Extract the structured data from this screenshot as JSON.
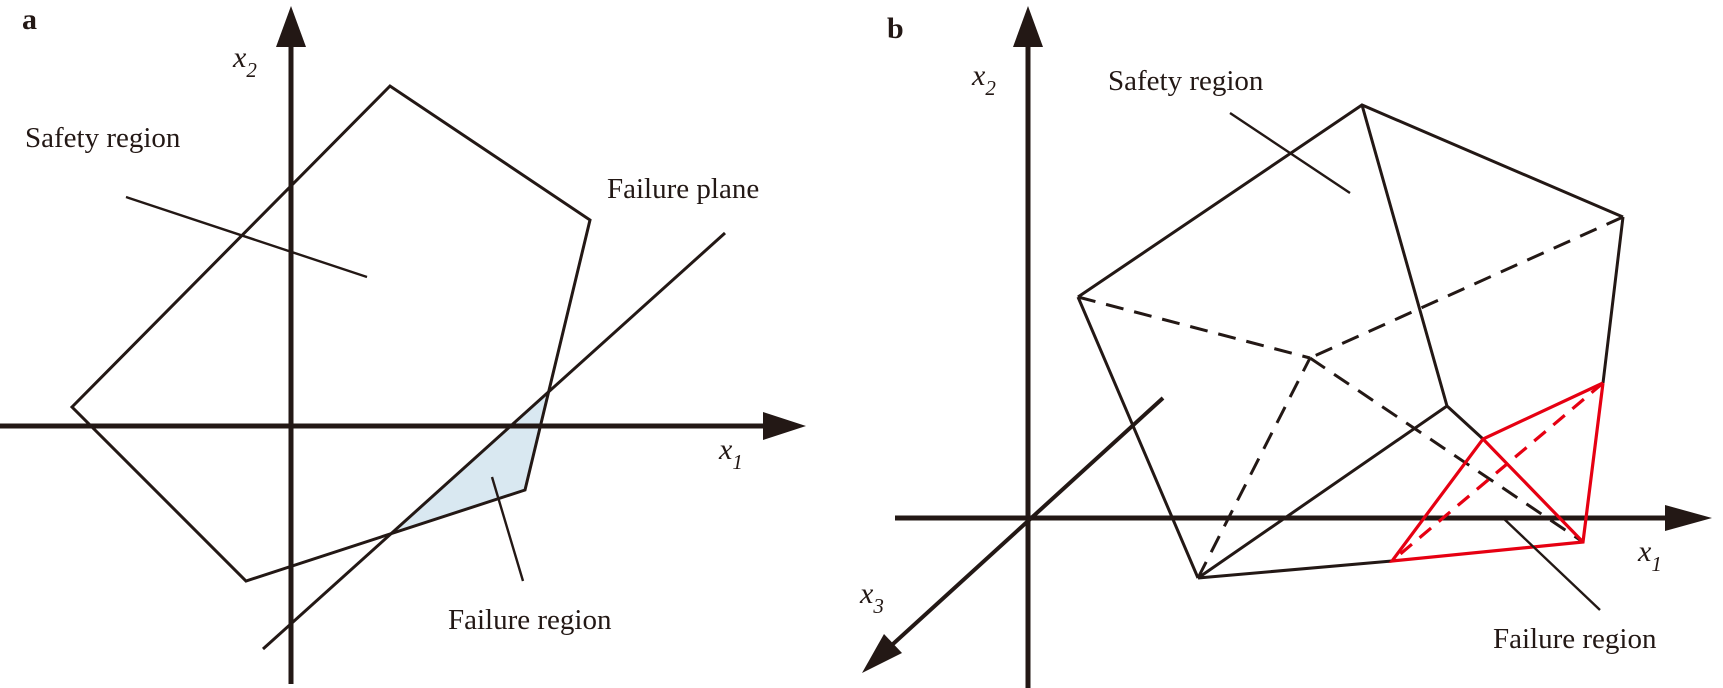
{
  "colors": {
    "line": "#231815",
    "red": "#e60012",
    "failure_fill": "#d9e8f1",
    "background": "#ffffff"
  },
  "panel_a": {
    "letter": "a",
    "labels": {
      "safety_region": "Safety region",
      "failure_plane": "Failure plane",
      "failure_region": "Failure region"
    },
    "axes": {
      "x": {
        "letter": "x",
        "sub": "1"
      },
      "y": {
        "letter": "x",
        "sub": "2"
      }
    }
  },
  "panel_b": {
    "letter": "b",
    "labels": {
      "safety_region": "Safety region",
      "failure_region": "Failure region"
    },
    "axes": {
      "x": {
        "letter": "x",
        "sub": "1"
      },
      "y": {
        "letter": "x",
        "sub": "2"
      },
      "z": {
        "letter": "x",
        "sub": "3"
      }
    }
  }
}
